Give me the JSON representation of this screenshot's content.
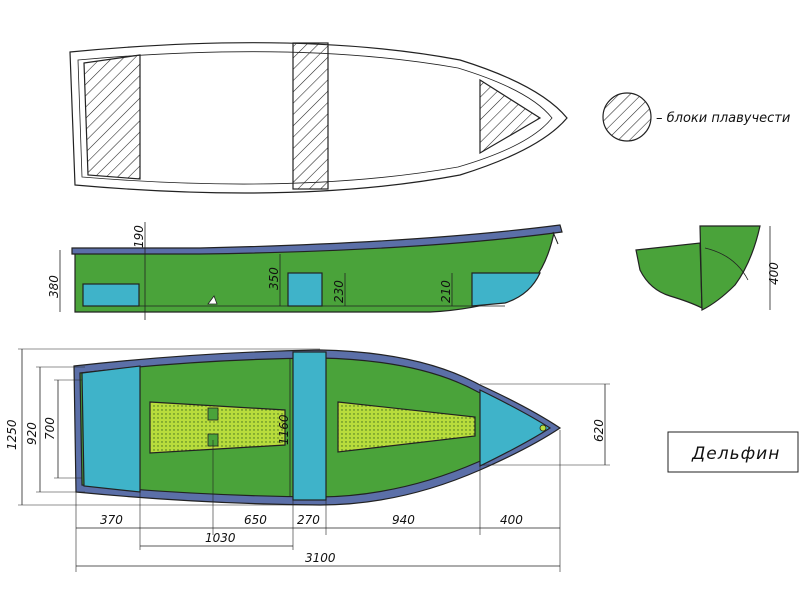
{
  "legend": {
    "text": "– блоки плавучести"
  },
  "title_box": {
    "text": "Дельфин"
  },
  "side_view": {
    "dims": {
      "d190": "190",
      "d380": "380",
      "d350": "350",
      "d230": "230",
      "d210": "210"
    }
  },
  "section_view": {
    "dims": {
      "d400": "400"
    }
  },
  "plan_view": {
    "dims": {
      "d1250": "1250",
      "d920": "920",
      "d700": "700",
      "d1160": "1160",
      "d620": "620",
      "d370": "370",
      "d650": "650",
      "d270": "270",
      "d940": "940",
      "d400": "400",
      "d1030": "1030",
      "d3100": "3100"
    }
  },
  "colors": {
    "hull_green": "#4aa33a",
    "float_blue": "#3fb3c9",
    "rim_blue": "#5b6fa8",
    "slat_yellow": "#b8dc3c",
    "line": "#222222"
  }
}
